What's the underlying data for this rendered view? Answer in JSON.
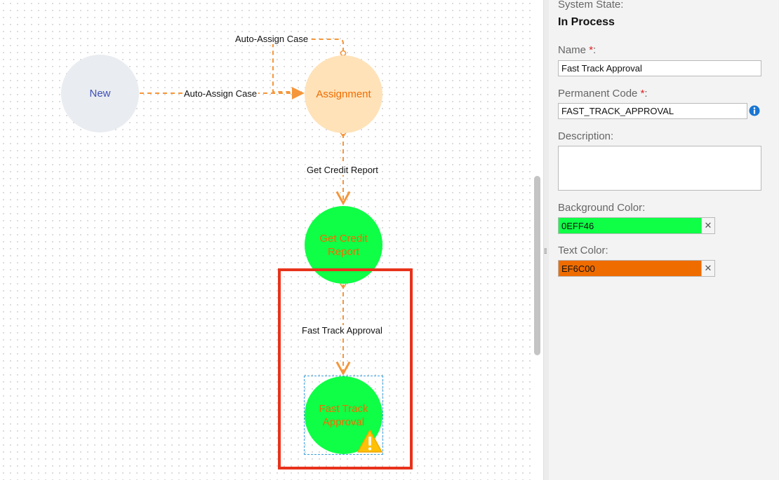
{
  "canvas": {
    "nodes": {
      "new": {
        "label": "New",
        "fill": "#e9ecf0",
        "text_color": "#3f51b5"
      },
      "assignment": {
        "label": "Assignment",
        "fill": "#ffe2b8",
        "text_color": "#ef6c00"
      },
      "credit": {
        "label_line1": "Get Credit",
        "label_line2": "Report",
        "fill": "#0eff46",
        "text_color": "#ef6c00"
      },
      "fast": {
        "label_line1": "Fast Track",
        "label_line2": "Approval",
        "fill": "#0eff46",
        "text_color": "#ef6c00"
      }
    },
    "edges": {
      "new_to_assign": "Auto-Assign Case",
      "assign_loop": "Auto-Assign Case",
      "assign_to_credit": "Get Credit Report",
      "credit_to_fast": "Fast Track Approval"
    },
    "edge_color": "#f5963a",
    "warning_icon": "warning-triangle-icon"
  },
  "panel": {
    "system_state_label": "System State:",
    "system_state_value": "In Process",
    "name_label": "Name",
    "name_value": "Fast Track Approval",
    "code_label": "Permanent Code",
    "code_value": "FAST_TRACK_APPROVAL",
    "required_mark": "*",
    "info_icon": "info-icon",
    "description_label": "Description:",
    "description_value": "",
    "bg_color_label": "Background Color:",
    "bg_color_value": "0EFF46",
    "bg_color_hex": "#0eff46",
    "text_color_label": "Text Color:",
    "text_color_value": "EF6C00",
    "text_color_hex": "#ef6c00",
    "clear_glyph": "✕"
  }
}
